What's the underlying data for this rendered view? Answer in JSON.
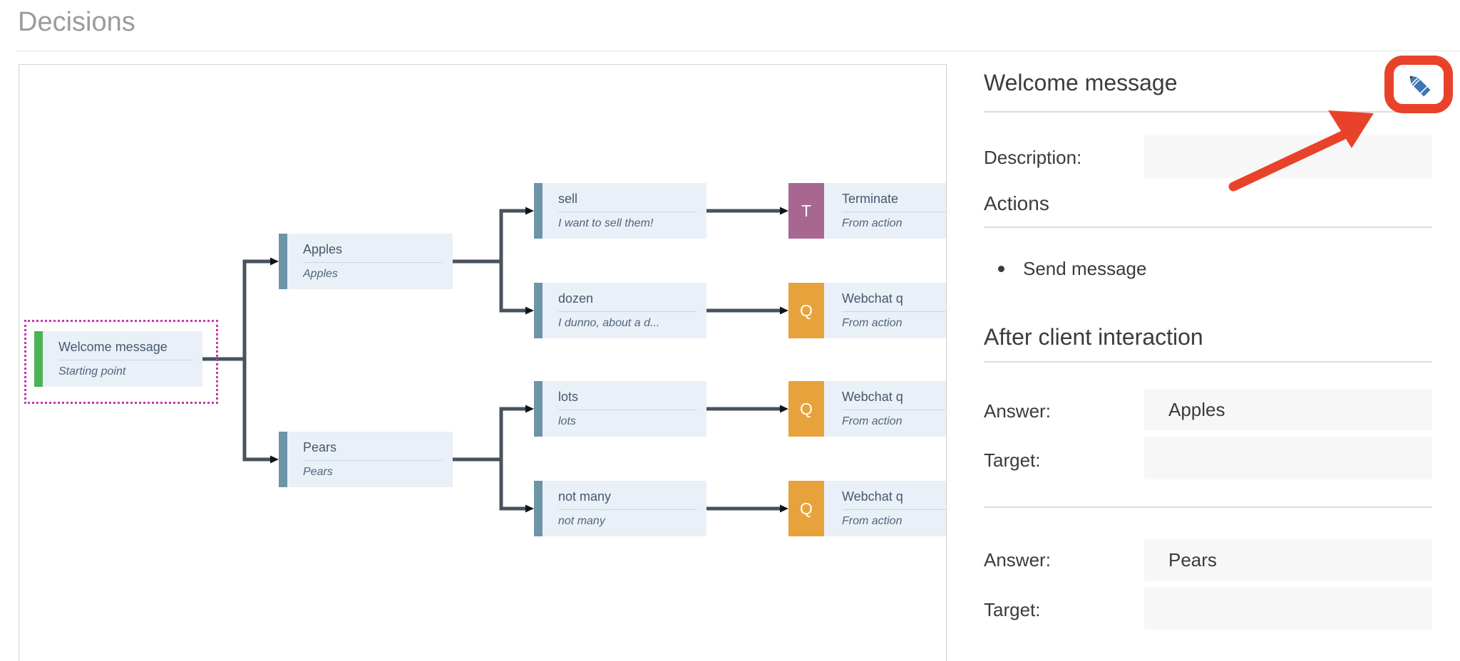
{
  "page": {
    "title": "Decisions"
  },
  "colors": {
    "annotation_red": "#e8432a",
    "connector": "#47525f",
    "node_background": "#eaf0f8",
    "start_bar_green": "#4cb254",
    "answer_bar_blue": "#6e94a8",
    "terminate_badge_purple": "#a76791",
    "question_badge_orange": "#e8a23c",
    "selection_dotted_magenta": "#c338ae",
    "pencil_blue": "#3d76b2"
  },
  "tree": {
    "nodes": [
      {
        "title": "Welcome message",
        "subtitle": "Starting point"
      },
      {
        "title": "Apples",
        "subtitle": "Apples"
      },
      {
        "title": "Pears",
        "subtitle": "Pears"
      },
      {
        "title": "sell",
        "subtitle": "I want to sell them!"
      },
      {
        "title": "dozen",
        "subtitle": "I dunno, about a d..."
      },
      {
        "title": "lots",
        "subtitle": "lots"
      },
      {
        "title": "not many",
        "subtitle": "not many"
      },
      {
        "title": "Terminate",
        "subtitle": "From action",
        "badge": "T"
      },
      {
        "title": "Webchat q",
        "subtitle": "From action",
        "badge": "Q"
      },
      {
        "title": "Webchat q",
        "subtitle": "From action",
        "badge": "Q"
      },
      {
        "title": "Webchat q",
        "subtitle": "From action",
        "badge": "Q"
      }
    ]
  },
  "panel": {
    "title": "Welcome message",
    "description_label": "Description:",
    "description_value": "",
    "actions_heading": "Actions",
    "actions": [
      {
        "label": "Send message"
      }
    ],
    "after_heading": "After client interaction",
    "interactions": [
      {
        "answer_label": "Answer:",
        "answer_value": "Apples",
        "target_label": "Target:",
        "target_value": ""
      },
      {
        "answer_label": "Answer:",
        "answer_value": "Pears",
        "target_label": "Target:",
        "target_value": ""
      }
    ]
  }
}
